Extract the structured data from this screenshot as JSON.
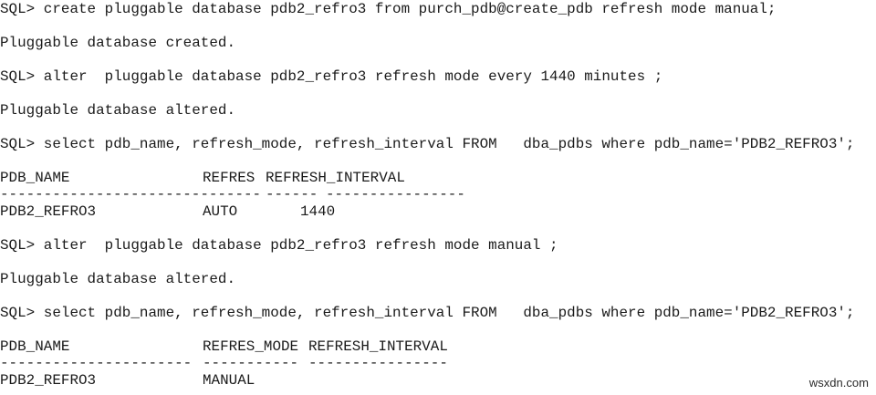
{
  "session": {
    "prompt": "SQL>",
    "blocks": [
      {
        "type": "command",
        "text": "SQL> create pluggable database pdb2_refro3 from purch_pdb@create_pdb refresh mode manual;"
      },
      {
        "type": "output",
        "text": "Pluggable database created."
      },
      {
        "type": "command",
        "text": "SQL> alter  pluggable database pdb2_refro3 refresh mode every 1440 minutes ;"
      },
      {
        "type": "output",
        "text": "Pluggable database altered."
      },
      {
        "type": "command",
        "text": "SQL> select pdb_name, refresh_mode, refresh_interval FROM   dba_pdbs where pdb_name='PDB2_REFRO3';"
      }
    ],
    "result1": {
      "headers": [
        "PDB_NAME",
        "REFRES",
        "REFRESH_INTERVAL"
      ],
      "separators": [
        "------------------------------",
        "------",
        "----------------"
      ],
      "rows": [
        [
          "PDB2_REFRO3",
          "AUTO",
          "1440"
        ]
      ]
    },
    "blocks2": [
      {
        "type": "command",
        "text": "SQL> alter  pluggable database pdb2_refro3 refresh mode manual ;"
      },
      {
        "type": "output",
        "text": "Pluggable database altered."
      },
      {
        "type": "command",
        "text": "SQL> select pdb_name, refresh_mode, refresh_interval FROM   dba_pdbs where pdb_name='PDB2_REFRO3';"
      }
    ],
    "result2": {
      "headers": [
        "PDB_NAME",
        "REFRES_MODE",
        "REFRESH_INTERVAL"
      ],
      "separators": [
        "----------------------",
        "-----------",
        "----------------"
      ],
      "rows": [
        [
          "PDB2_REFRO3",
          "MANUAL",
          ""
        ]
      ]
    }
  },
  "watermark": "wsxdn.com"
}
